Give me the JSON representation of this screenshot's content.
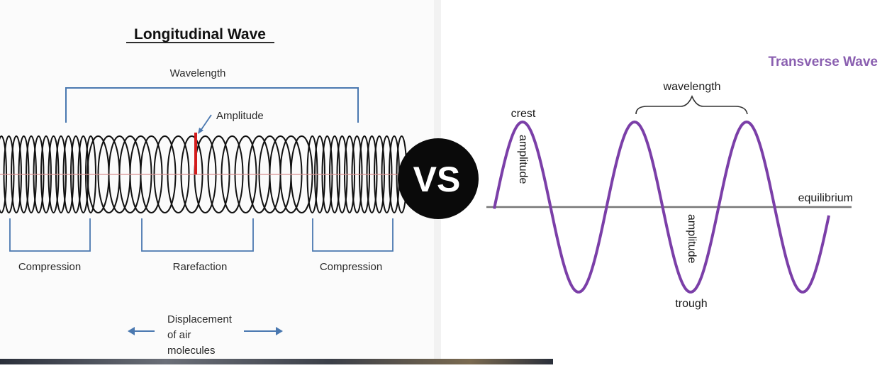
{
  "longitudinal": {
    "title": "Longitudinal Wave",
    "wavelength_label": "Wavelength",
    "amplitude_label": "Amplitude",
    "compression_left_label": "Compression",
    "rarefaction_label": "Rarefaction",
    "compression_right_label": "Compression",
    "displacement_line1": "Displacement",
    "displacement_line2": "of air",
    "displacement_line3": "molecules"
  },
  "vs_label": "VS",
  "transverse": {
    "title": "Transverse Wave",
    "wavelength_label": "wavelength",
    "crest_label": "crest",
    "trough_label": "trough",
    "equilibrium_label": "equilibrium",
    "amplitude_label_1": "amplitude",
    "amplitude_label_2": "amplitude"
  },
  "colors": {
    "wave_purple": "#7b3fa8",
    "title_purple": "#8a5fb0",
    "bracket_blue": "#4a78b0",
    "amplitude_red": "#d31c1c",
    "equilibrium_gray": "#777777"
  }
}
